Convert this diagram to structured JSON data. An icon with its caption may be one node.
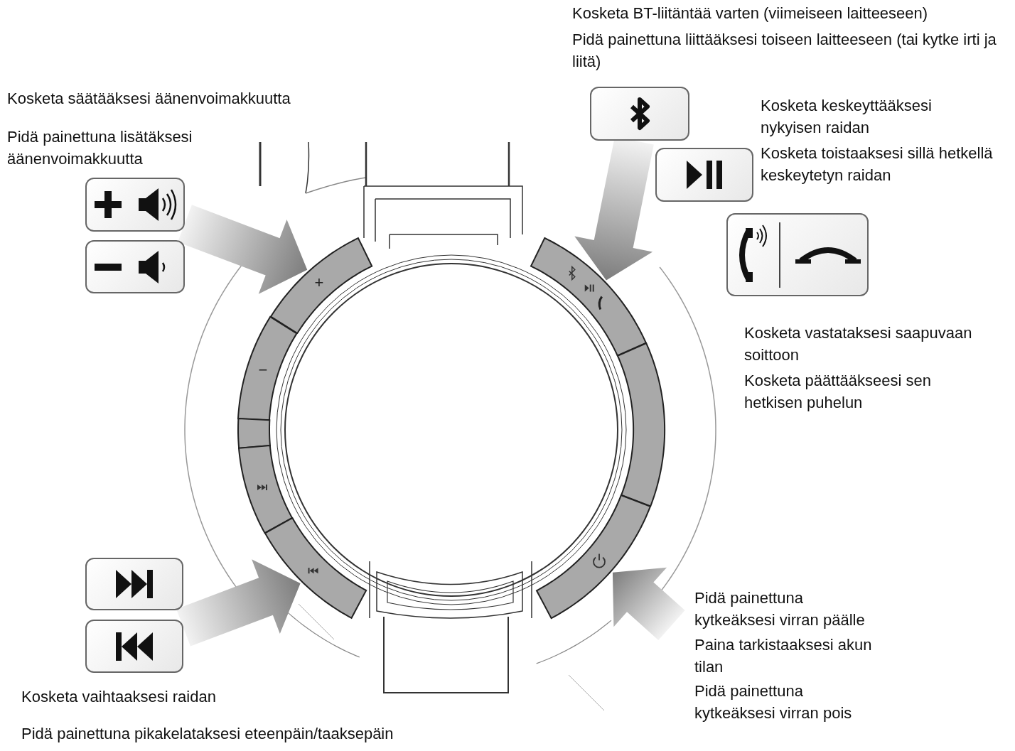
{
  "diagram": {
    "nodes": [
      {
        "text": [],
        "shape": "box"
      },
      {
        "text": [],
        "shape": "box"
      },
      {
        "text": [],
        "shape": "box"
      },
      {
        "text": [],
        "shape": "box"
      },
      {
        "text": [],
        "shape": "box"
      },
      {
        "text": [],
        "shape": "box"
      },
      {
        "text": [],
        "shape": "box"
      },
      {
        "text": [
          "+"
        ]
      },
      {
        "text": [
          "−"
        ]
      },
      {
        "text": [],
        "shape": "bar"
      },
      {
        "text": [],
        "shape": "bar"
      },
      {
        "text": [],
        "shape": "bar"
      },
      {
        "text": [],
        "shape": "bar"
      },
      {
        "text": [],
        "shape": "bar"
      },
      {
        "text": [],
        "shape": "bar"
      }
    ],
    "edges": [
      {
        "from": 0,
        "to": 7,
        "arrow": "to"
      },
      {
        "from": 3,
        "to": 11,
        "arrow": "to"
      },
      {
        "from": 4,
        "to": 12,
        "arrow": "to"
      },
      {
        "from": null,
        "to": 14,
        "arrow": "to"
      }
    ],
    "labels": [
      "Kosketa BT-liitäntää varten (viimeiseen laitteeseen)",
      "Pidä painettuna liittääksesi toiseen laitteeseen (tai kytke irti ja liitä)",
      "Kosketa säätääksesi äänenvoimakkuutta",
      "Pidä painettuna lisätäksesi äänenvoimakkuutta",
      "Kosketa keskeyttääksesi nykyisen raidan",
      "Kosketa toistaaksesi sillä hetkellä keskeytetyn raidan",
      "Kosketa vastataksesi saapuvaan soittoon",
      "Kosketa päättääkseesi sen hetkisen puhelun",
      "Pidä painettuna kytkeäksesi virran päälle",
      "Paina tarkistaaksesi akun tilan",
      "Pidä painettuna kytkeäksesi virran pois",
      "Kosketa vaihtaaksesi raidan",
      "Pidä painettuna pikakelataksesi eteenpäin/taaksepäin"
    ]
  }
}
